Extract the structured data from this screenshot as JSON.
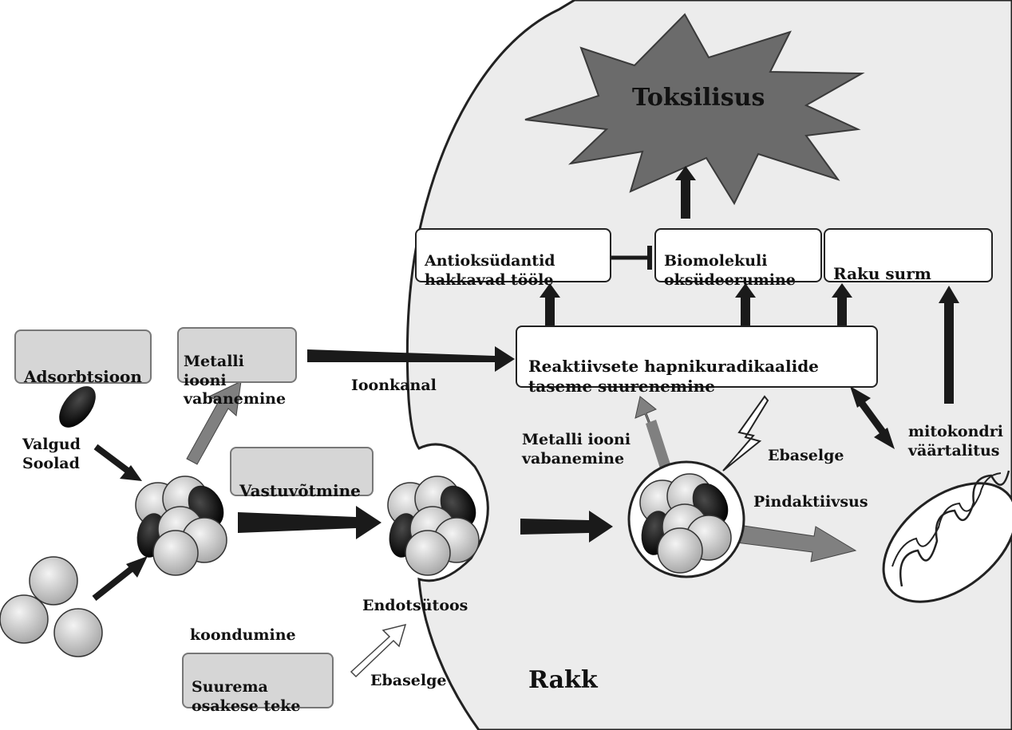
{
  "labels": {
    "toxicity": "Toksilisus",
    "antioxidants": "Antioksüdantid\nhakkavad tööle",
    "biomolecule": "Biomolekuli\noksüdeerumine",
    "cell_death": "Raku surm",
    "ros": "Reaktiivsete hapnikuradikaalide\ntaseme suurenemine",
    "adsorption": "Adsorbtsioon",
    "metal_release_box": "Metalli iooni\nvabanemine",
    "ion_channel": "Ioonkanal",
    "proteins_salts": "Valgud\nSoolad",
    "uptake": "Vastuvõtmine",
    "metal_release_inside": "Metalli iooni\nvabanemine",
    "unclear_inside": "Ebaselge",
    "mito_dysfunction": "mitokondri\nväärtalitus",
    "surface_activity": "Pindaktiivsus",
    "endocytosis": "Endotsütoos",
    "aggregation": "koondumine",
    "larger_particle": "Suurema\nosakese teke",
    "unclear_bottom": "Ebaselge",
    "cell": "Rakk"
  },
  "colors": {
    "cell_fill": "#ececec",
    "gray_box": "#d6d6d6",
    "toxicity_star": "#6b6b6b",
    "dark_arrow": "#1a1a1a",
    "gray_arrow": "#7a7a7a"
  }
}
